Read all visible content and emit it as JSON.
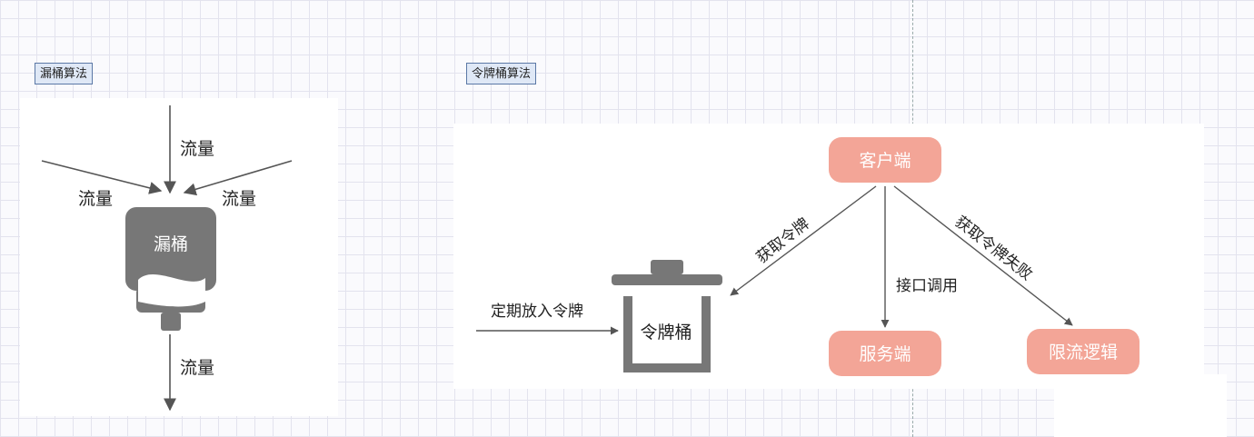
{
  "leaky": {
    "title": "漏桶算法",
    "in_top": "流量",
    "in_left": "流量",
    "in_right": "流量",
    "bucket": "漏桶",
    "out": "流量"
  },
  "token": {
    "title": "令牌桶算法",
    "client": "客户端",
    "server": "服务端",
    "limit": "限流逻辑",
    "bucket": "令牌桶",
    "put_token": "定期放入令牌",
    "get_token": "获取令牌",
    "call_api": "接口调用",
    "get_fail": "获取令牌失败"
  },
  "colors": {
    "node_fill": "#f3a597",
    "node_text": "#ffffff",
    "bucket_gray": "#777777",
    "arrow": "#555555"
  }
}
